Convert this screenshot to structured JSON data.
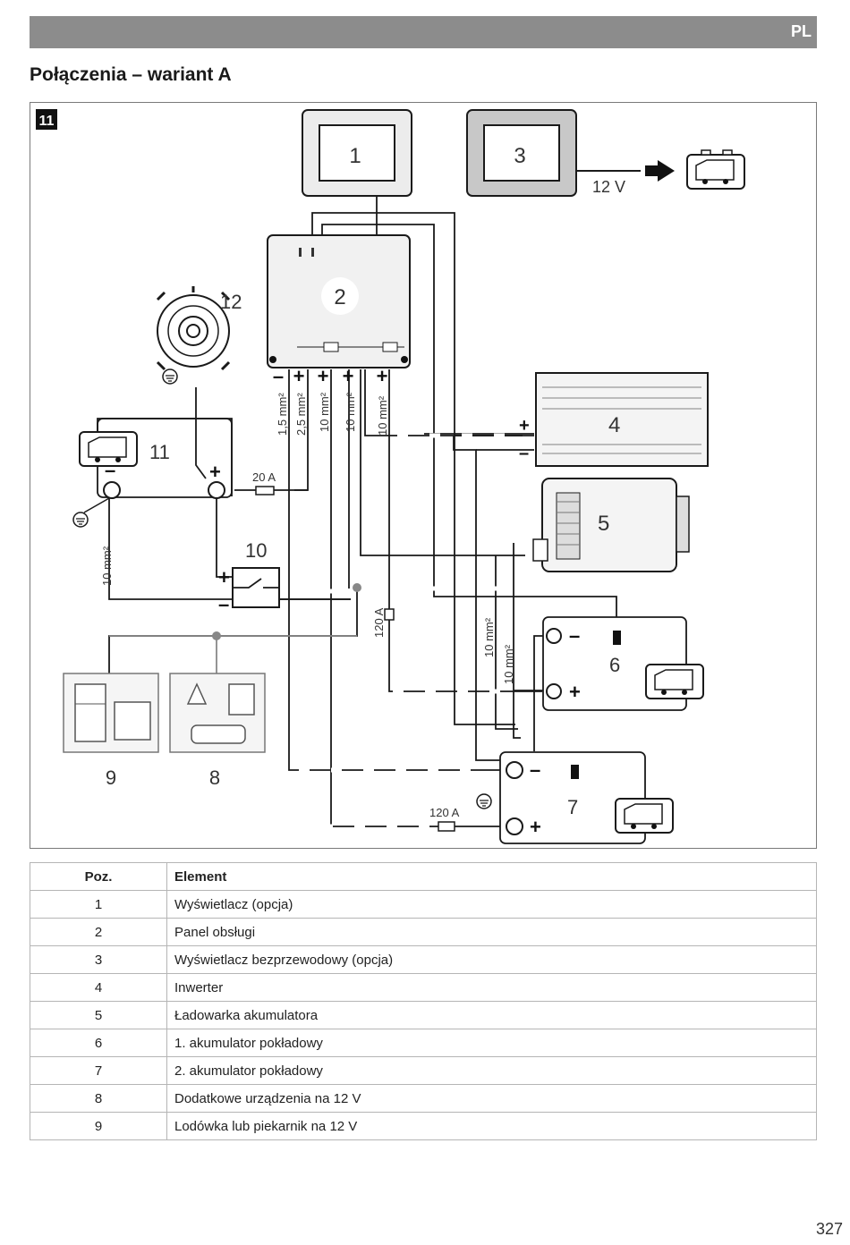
{
  "header": {
    "lang": "PL"
  },
  "title": "Połączenia – wariant A",
  "figure": {
    "number": "11",
    "component_numbers": [
      "1",
      "2",
      "3",
      "4",
      "5",
      "6",
      "7",
      "8",
      "9",
      "10",
      "11",
      "12"
    ],
    "labels": {
      "v12": "12 V",
      "fuse20": "20 A",
      "fuse120_v": "120 A",
      "fuse120_h": "120 A",
      "w15": "1,5 mm²",
      "w25": "2,5 mm²",
      "w10a": "10 mm²",
      "w10b": "10 mm²",
      "w10c": "10 mm²",
      "w10d": "10 mm²",
      "w10e": "10 mm²",
      "w10f": "10 mm²",
      "plus": "+",
      "minus": "–"
    }
  },
  "table": {
    "headers": [
      "Poz.",
      "Element"
    ],
    "rows": [
      {
        "pos": "1",
        "element": "Wyświetlacz (opcja)"
      },
      {
        "pos": "2",
        "element": "Panel obsługi"
      },
      {
        "pos": "3",
        "element": "Wyświetlacz bezprzewodowy (opcja)"
      },
      {
        "pos": "4",
        "element": "Inwerter"
      },
      {
        "pos": "5",
        "element": "Ładowarka akumulatora"
      },
      {
        "pos": "6",
        "element": "1. akumulator pokładowy"
      },
      {
        "pos": "7",
        "element": "2. akumulator pokładowy"
      },
      {
        "pos": "8",
        "element": "Dodatkowe urządzenia na 12 V"
      },
      {
        "pos": "9",
        "element": "Lodówka lub piekarnik na 12 V"
      }
    ]
  },
  "page_number": "327"
}
